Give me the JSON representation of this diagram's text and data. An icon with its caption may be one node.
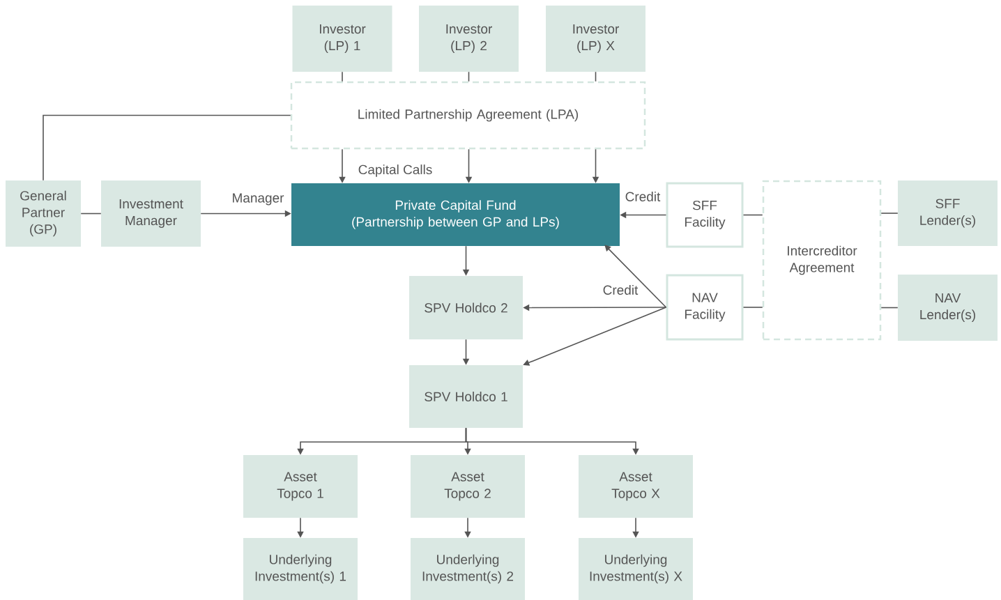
{
  "diagram": {
    "nodes": [
      {
        "text": [
          "Investor (LP) 1"
        ]
      },
      {
        "text": [
          "Investor (LP) 2"
        ]
      },
      {
        "text": [
          "Investor (LP) X"
        ]
      },
      {
        "text": [
          "Limited Partnership Agreement (LPA)"
        ]
      },
      {
        "text": [
          "General Partner (GP)"
        ]
      },
      {
        "text": [
          "Investment Manager"
        ]
      },
      {
        "text": [
          "Private Capital Fund",
          "(Partnership between GP and LPs)"
        ]
      },
      {
        "text": [
          "SFF Facility"
        ]
      },
      {
        "text": [
          "Intercreditor Agreement"
        ]
      },
      {
        "text": [
          "SFF Lender(s)"
        ]
      },
      {
        "text": [
          "SPV Holdco 2"
        ]
      },
      {
        "text": [
          "NAV Facility"
        ]
      },
      {
        "text": [
          "NAV Lender(s)"
        ]
      },
      {
        "text": [
          "SPV Holdco 1"
        ]
      },
      {
        "text": [
          "Asset Topco 1"
        ]
      },
      {
        "text": [
          "Asset Topco 2"
        ]
      },
      {
        "text": [
          "Asset Topco X"
        ]
      },
      {
        "text": [
          "Underlying Investment(s) 1"
        ]
      },
      {
        "text": [
          "Underlying Investment(s) 2"
        ]
      },
      {
        "text": [
          "Underlying Investment(s) X"
        ]
      }
    ],
    "edges": [
      {
        "from": 0,
        "to": 3,
        "arrow": "none"
      },
      {
        "from": 1,
        "to": 3,
        "arrow": "none"
      },
      {
        "from": 2,
        "to": 3,
        "arrow": "none"
      },
      {
        "from": 3,
        "to": 6,
        "arrow": "to",
        "label": "Capital Calls"
      },
      {
        "from": 3,
        "to": 6,
        "arrow": "to"
      },
      {
        "from": 3,
        "to": 6,
        "arrow": "to"
      },
      {
        "from": 4,
        "to": 3,
        "arrow": "none"
      },
      {
        "from": 4,
        "to": 5,
        "arrow": "none"
      },
      {
        "from": 5,
        "to": 6,
        "arrow": "to",
        "label": "Manager"
      },
      {
        "from": 7,
        "to": 6,
        "arrow": "to",
        "label": "Credit"
      },
      {
        "from": 7,
        "to": 8,
        "arrow": "none"
      },
      {
        "from": 8,
        "to": 9,
        "arrow": "none"
      },
      {
        "from": 11,
        "to": 8,
        "arrow": "none"
      },
      {
        "from": 8,
        "to": 12,
        "arrow": "none"
      },
      {
        "from": 11,
        "to": 6,
        "arrow": "to",
        "label": "Credit"
      },
      {
        "from": 11,
        "to": 10,
        "arrow": "to"
      },
      {
        "from": 11,
        "to": 13,
        "arrow": "to"
      },
      {
        "from": 6,
        "to": 10,
        "arrow": "to"
      },
      {
        "from": 10,
        "to": 13,
        "arrow": "to"
      },
      {
        "from": 13,
        "to": 14,
        "arrow": "to"
      },
      {
        "from": 13,
        "to": 15,
        "arrow": "to"
      },
      {
        "from": 13,
        "to": 16,
        "arrow": "to"
      },
      {
        "from": 14,
        "to": 17,
        "arrow": "to"
      },
      {
        "from": 15,
        "to": 18,
        "arrow": "to"
      },
      {
        "from": 16,
        "to": 19,
        "arrow": "to"
      }
    ]
  }
}
